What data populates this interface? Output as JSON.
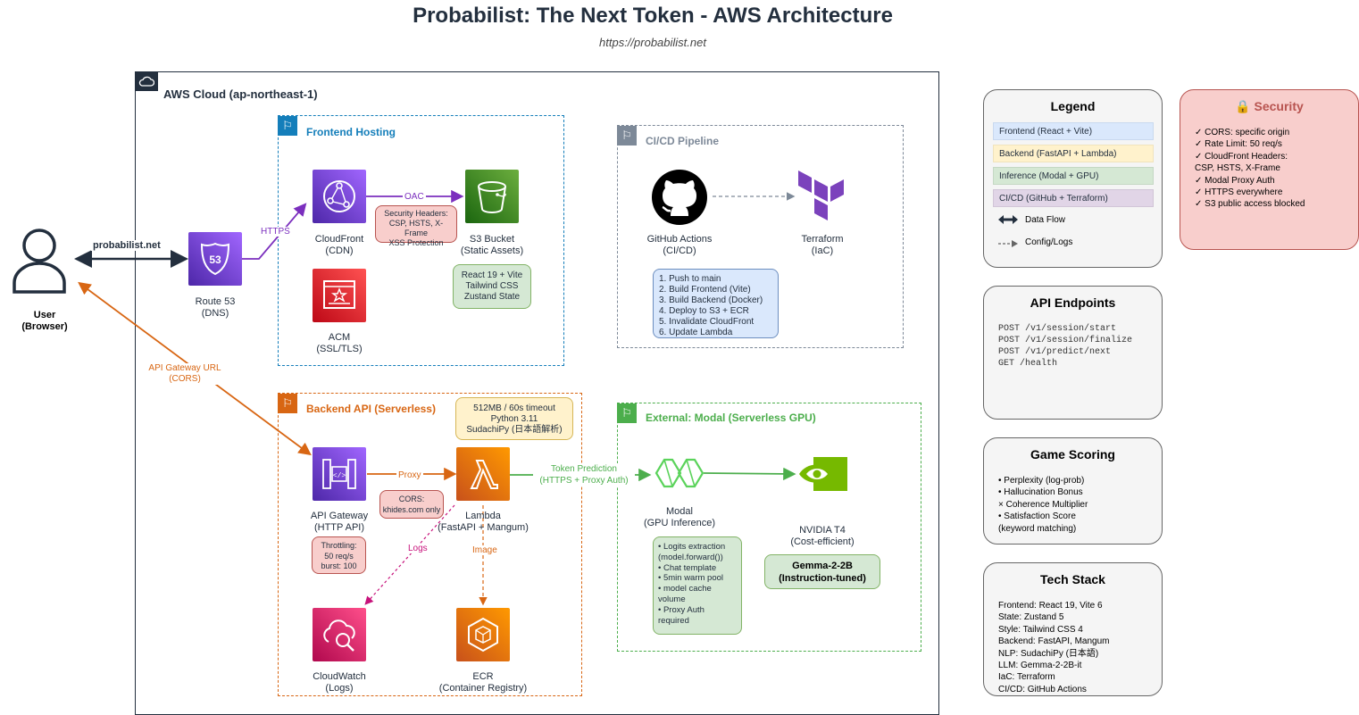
{
  "header": {
    "title": "Probabilist: The Next Token - AWS Architecture",
    "url": "https://probabilist.net"
  },
  "colors": {
    "frontend": "#147eba",
    "backend": "#d86613",
    "cicd": "#7d8998",
    "modal": "#4cae4c",
    "network": "#8c4fff",
    "compute": "#ed7100",
    "security": "#dd344c",
    "storage": "#3f8624",
    "management": "#e7157b"
  },
  "cloud": {
    "label": "AWS Cloud (ap-northeast-1)"
  },
  "groups": {
    "frontend": "Frontend Hosting",
    "cicd": "CI/CD Pipeline",
    "backend": "Backend API (Serverless)",
    "external": "External: Modal (Serverless GPU)"
  },
  "nodes": {
    "user": [
      "User",
      "(Browser)"
    ],
    "route53": [
      "Route 53",
      "(DNS)"
    ],
    "cloudfront": [
      "CloudFront",
      "(CDN)"
    ],
    "s3": [
      "S3 Bucket",
      "(Static Assets)"
    ],
    "acm": [
      "ACM",
      "(SSL/TLS)"
    ],
    "github": [
      "GitHub Actions",
      "(CI/CD)"
    ],
    "terraform": [
      "Terraform",
      "(IaC)"
    ],
    "apigw": [
      "API Gateway",
      "(HTTP API)"
    ],
    "lambda": [
      "Lambda",
      "(FastAPI + Mangum)"
    ],
    "cloudwatch": [
      "CloudWatch",
      "(Logs)"
    ],
    "ecr": [
      "ECR",
      "(Container Registry)"
    ],
    "modal": [
      "Modal",
      "(GPU Inference)"
    ],
    "nvidia": [
      "NVIDIA T4",
      "(Cost-efficient)"
    ],
    "route53_badge": "53"
  },
  "notes": {
    "security_headers": [
      "Security Headers:",
      "CSP, HSTS, X-Frame",
      "XSS Protection"
    ],
    "s3_stack": [
      "React 19 + Vite",
      "Tailwind CSS",
      "Zustand State"
    ],
    "cicd_steps": [
      "1. Push to main",
      "2. Build Frontend (Vite)",
      "3. Build Backend (Docker)",
      "4. Deploy to S3 + ECR",
      "5. Invalidate CloudFront",
      "6. Update Lambda"
    ],
    "lambda_config": [
      "512MB / 60s timeout",
      "Python 3.11",
      "SudachiPy (日本語解析)"
    ],
    "cors": [
      "CORS:",
      "khides.com only"
    ],
    "throttling": [
      "Throttling:",
      "50 req/s",
      "burst: 100"
    ],
    "modal_features": [
      "• Logits extraction",
      "(model.forward())",
      "• Chat template",
      "• 5min warm pool",
      "• model cache",
      "volume",
      "• Proxy Auth",
      "required"
    ],
    "gemma": [
      "Gemma-2-2B",
      "(Instruction-tuned)"
    ]
  },
  "edges": {
    "user_route53": "probabilist.net",
    "https": "HTTPS",
    "oac": "OAC",
    "api_gateway_url": [
      "API Gateway URL",
      "(CORS)"
    ],
    "proxy": "Proxy",
    "token_prediction": [
      "Token Prediction",
      "(HTTPS + Proxy Auth)"
    ],
    "logs": "Logs",
    "image": "Image"
  },
  "legend": {
    "title": "Legend",
    "items": [
      {
        "label": "Frontend (React + Vite)",
        "bg": "#dae8fc",
        "border": "#c9d9ef"
      },
      {
        "label": "Backend (FastAPI + Lambda)",
        "bg": "#fff2cc",
        "border": "#f0e3bd"
      },
      {
        "label": "Inference (Modal + GPU)",
        "bg": "#d5e8d4",
        "border": "#c5d8c4"
      },
      {
        "label": "CI/CD (GitHub + Terraform)",
        "bg": "#e1d5e7",
        "border": "#d1c5d7"
      }
    ],
    "data_flow": "Data Flow",
    "config_logs": "Config/Logs"
  },
  "security": {
    "title": "🔒 Security",
    "lines": [
      "✓ CORS: specific origin",
      "✓ Rate Limit: 50 req/s",
      "✓ CloudFront Headers:",
      "CSP, HSTS, X-Frame",
      "✓ Modal Proxy Auth",
      "✓ HTTPS everywhere",
      "✓ S3 public access blocked"
    ]
  },
  "api": {
    "title": "API Endpoints",
    "lines": [
      "POST /v1/session/start",
      "POST /v1/session/finalize",
      "POST /v1/predict/next",
      "GET /health"
    ]
  },
  "scoring": {
    "title": "Game Scoring",
    "lines": [
      "• Perplexity (log-prob)",
      "• Hallucination Bonus",
      "× Coherence Multiplier",
      "• Satisfaction Score",
      "(keyword matching)"
    ]
  },
  "tech": {
    "title": "Tech Stack",
    "lines": [
      "Frontend: React 19, Vite 6",
      "State: Zustand 5",
      "Style: Tailwind CSS 4",
      "Backend: FastAPI, Mangum",
      "NLP: SudachiPy (日本語)",
      "LLM: Gemma-2-2B-it",
      "IaC: Terraform",
      "CI/CD: GitHub Actions"
    ]
  }
}
